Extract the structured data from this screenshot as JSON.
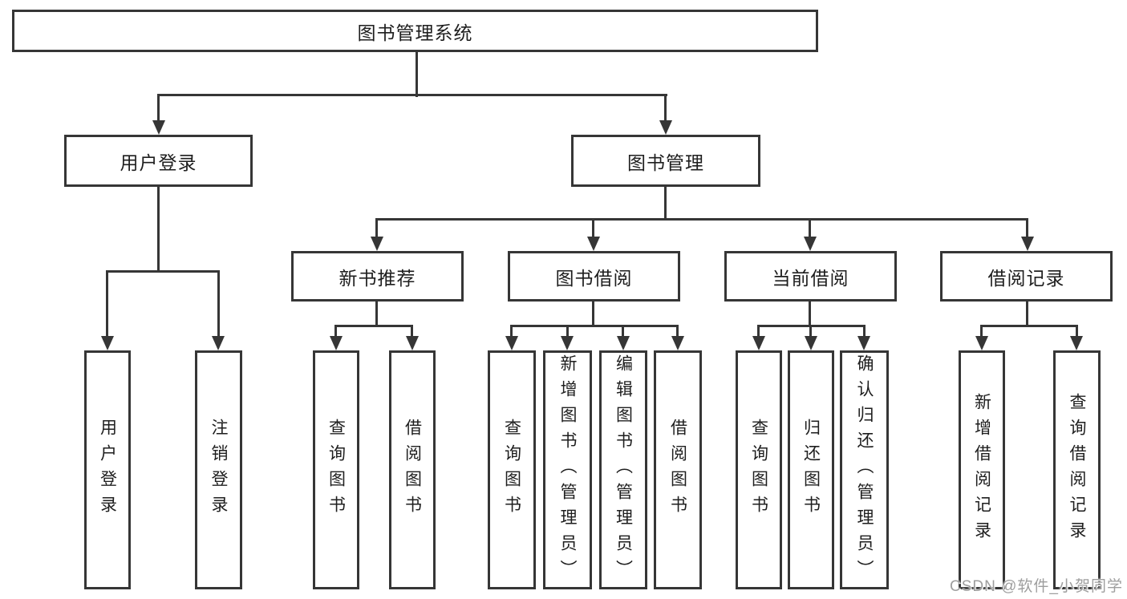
{
  "diagram": {
    "tree": {
      "label": "图书管理系统",
      "children": [
        {
          "label": "用户登录",
          "children": [
            {
              "label": "用户登录"
            },
            {
              "label": "注销登录"
            }
          ]
        },
        {
          "label": "图书管理",
          "children": [
            {
              "label": "新书推荐",
              "children": [
                {
                  "label": "查询图书"
                },
                {
                  "label": "借阅图书"
                }
              ]
            },
            {
              "label": "图书借阅",
              "children": [
                {
                  "label": "查询图书"
                },
                {
                  "label": "新增图书（管理员）"
                },
                {
                  "label": "编辑图书（管理员）"
                },
                {
                  "label": "借阅图书"
                }
              ]
            },
            {
              "label": "当前借阅",
              "children": [
                {
                  "label": "查询图书"
                },
                {
                  "label": "归还图书"
                },
                {
                  "label": "确认归还（管理员）"
                }
              ]
            },
            {
              "label": "借阅记录",
              "children": [
                {
                  "label": "新增借阅记录"
                },
                {
                  "label": "查询借阅记录"
                }
              ]
            }
          ]
        }
      ]
    }
  },
  "watermark": {
    "text": "CSDN @软件_小贺同学"
  },
  "colors": {
    "line": "#363636",
    "text": "#1e1e1e",
    "box_fill": "#ffffff",
    "background": "#ffffff",
    "watermark": "#9e9e9e"
  }
}
